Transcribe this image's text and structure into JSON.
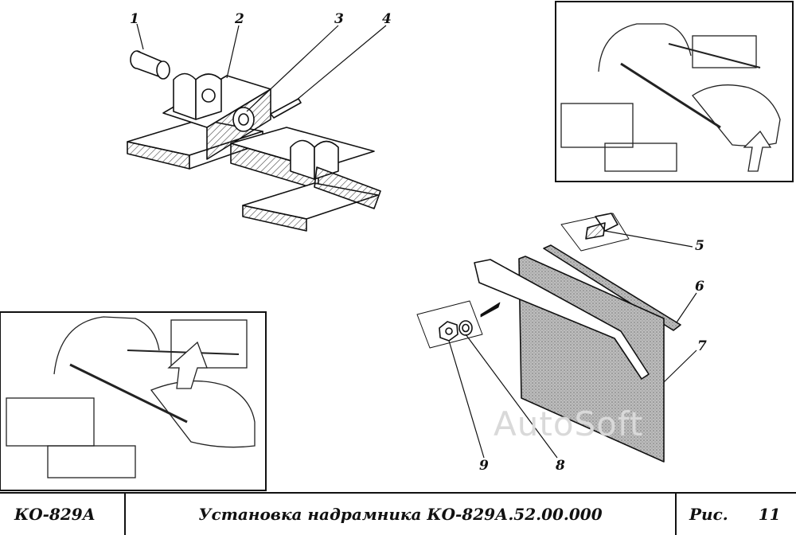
{
  "callouts": {
    "c1": "1",
    "c2": "2",
    "c3": "3",
    "c4": "4",
    "c5": "5",
    "c6": "6",
    "c7": "7",
    "c8": "8",
    "c9": "9"
  },
  "watermark": "AutoSoft",
  "title_block": {
    "model": "КО-829А",
    "title": "Установка надрамника КО-829А.52.00.000",
    "fig_label": "Рис.",
    "fig_number": "11"
  }
}
